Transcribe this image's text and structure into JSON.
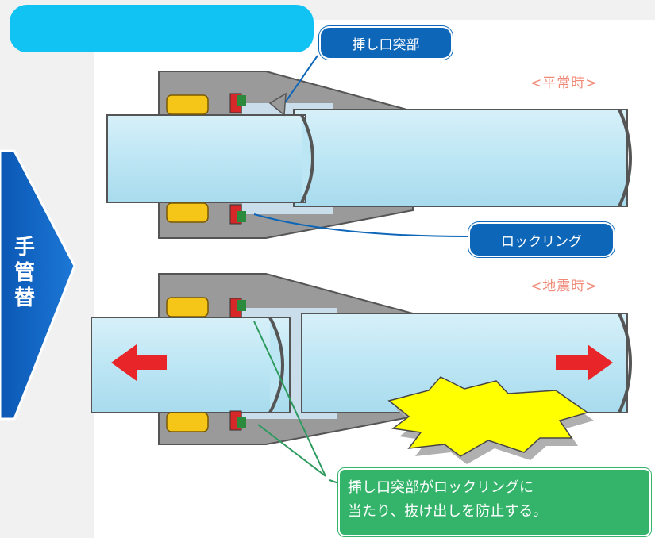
{
  "side_panel": {
    "text": "手管\n替",
    "color": "#1565c0"
  },
  "top_bar": {
    "color": "#11c3f2"
  },
  "callouts": {
    "spigot_protrusion": "挿し口突部",
    "lock_ring": "ロックリング"
  },
  "states": {
    "normal": "<平常時>",
    "earthquake": "<地震時>"
  },
  "note": {
    "text": "挿し口突部がロックリングに\n当たり、抜け出しを防止する。"
  },
  "colors": {
    "pipe": "#bde6f4",
    "body": "#9a9a9a",
    "body_inner": "#c9ddea",
    "ring_yellow": "#f5c518",
    "lock_ring": "#d62828",
    "seal_green": "#2c8a3d",
    "arrow_red": "#e8262a",
    "callout_blue": "#0d66b8",
    "note_green": "#34b46b",
    "burst": "#ffff00"
  },
  "icons": [
    "pull-arrow-left-icon",
    "pull-arrow-right-icon",
    "burst-icon"
  ]
}
